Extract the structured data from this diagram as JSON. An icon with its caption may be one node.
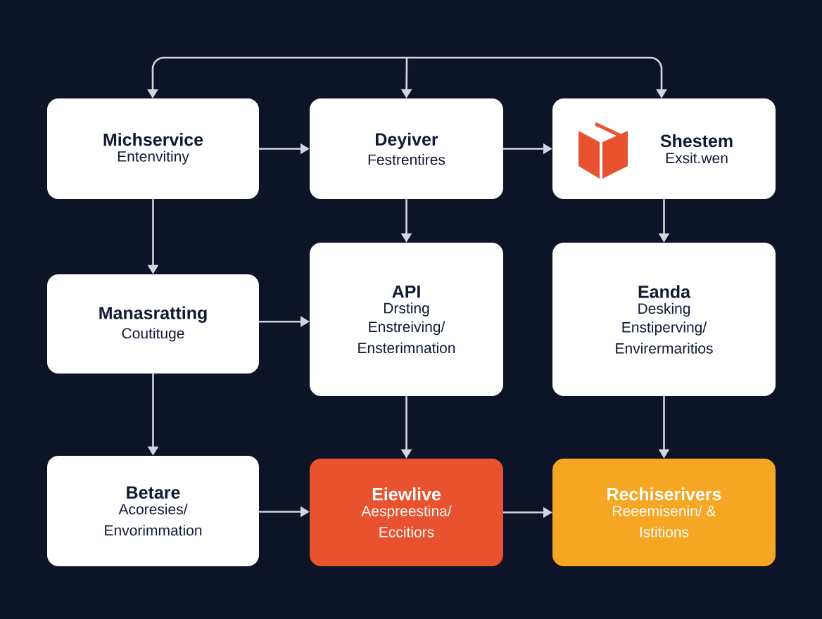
{
  "diagram": {
    "nodes": [
      {
        "text": [
          "Michservice",
          "Entenvitiny"
        ]
      },
      {
        "text": [
          "Deyiver",
          "Festrentires"
        ]
      },
      {
        "text": [
          "Shestem",
          "Exsit.wen"
        ]
      },
      {
        "text": [
          "Manasratting",
          "Coutituge"
        ]
      },
      {
        "text": [
          "API",
          "Drsting",
          "Enstreiving/ Ensterimnation"
        ]
      },
      {
        "text": [
          "Eanda",
          "Desking",
          "Enstiperving/ Envirermaritios"
        ]
      },
      {
        "text": [
          "Betare",
          "Acoresies/ Envorimmation"
        ]
      },
      {
        "text": [
          "Eiewlive",
          "Aespreestina/ Eccitiors"
        ]
      },
      {
        "text": [
          "Rechiserivers",
          "Reeemisenin/ & Istitions"
        ]
      }
    ],
    "edges": [
      {
        "from": null,
        "to": 0,
        "arrow": "to"
      },
      {
        "from": null,
        "to": 1,
        "arrow": "to"
      },
      {
        "from": null,
        "to": 2,
        "arrow": "to"
      },
      {
        "from": 0,
        "to": 1,
        "arrow": "to"
      },
      {
        "from": 1,
        "to": 2,
        "arrow": "to"
      },
      {
        "from": 0,
        "to": 3,
        "arrow": "to"
      },
      {
        "from": 1,
        "to": 4,
        "arrow": "to"
      },
      {
        "from": 2,
        "to": 5,
        "arrow": "to"
      },
      {
        "from": 3,
        "to": 4,
        "arrow": "to"
      },
      {
        "from": 3,
        "to": 6,
        "arrow": "to"
      },
      {
        "from": 4,
        "to": 7,
        "arrow": "to"
      },
      {
        "from": 5,
        "to": 8,
        "arrow": "to"
      },
      {
        "from": 6,
        "to": 7,
        "arrow": "to"
      },
      {
        "from": 7,
        "to": 8,
        "arrow": "to"
      }
    ]
  }
}
